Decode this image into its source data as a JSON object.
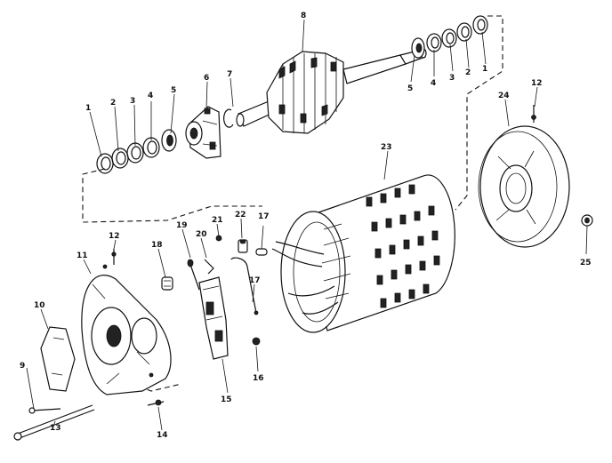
{
  "labels": [
    {
      "id": "1a",
      "text": "1"
    },
    {
      "id": "2a",
      "text": "2"
    },
    {
      "id": "3a",
      "text": "3"
    },
    {
      "id": "4a",
      "text": "4"
    },
    {
      "id": "5a",
      "text": "5"
    },
    {
      "id": "6",
      "text": "6"
    },
    {
      "id": "7",
      "text": "7"
    },
    {
      "id": "8",
      "text": "8"
    },
    {
      "id": "5b",
      "text": "5"
    },
    {
      "id": "4b",
      "text": "4"
    },
    {
      "id": "3b",
      "text": "3"
    },
    {
      "id": "2b",
      "text": "2"
    },
    {
      "id": "1b",
      "text": "1"
    },
    {
      "id": "24",
      "text": "24"
    },
    {
      "id": "12a",
      "text": "12"
    },
    {
      "id": "23",
      "text": "23"
    },
    {
      "id": "25",
      "text": "25"
    },
    {
      "id": "12b",
      "text": "12"
    },
    {
      "id": "11",
      "text": "11"
    },
    {
      "id": "10",
      "text": "10"
    },
    {
      "id": "9",
      "text": "9"
    },
    {
      "id": "13",
      "text": "13"
    },
    {
      "id": "14",
      "text": "14"
    },
    {
      "id": "18",
      "text": "18"
    },
    {
      "id": "19",
      "text": "19"
    },
    {
      "id": "20",
      "text": "20"
    },
    {
      "id": "21",
      "text": "21"
    },
    {
      "id": "22",
      "text": "22"
    },
    {
      "id": "17a",
      "text": "17"
    },
    {
      "id": "17b",
      "text": "17"
    },
    {
      "id": "15",
      "text": "15"
    },
    {
      "id": "16",
      "text": "16"
    }
  ]
}
